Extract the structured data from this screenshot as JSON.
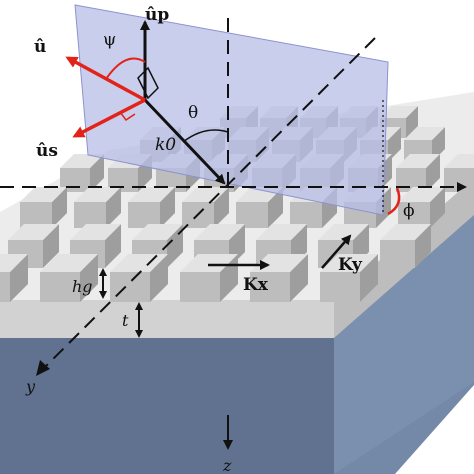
{
  "labels": {
    "u_hat": "û",
    "u_p": "ûp",
    "u_s": "ûs",
    "psi": "ψ",
    "theta": "θ",
    "k0": "k0",
    "phi": "ϕ",
    "hg": "hg",
    "t": "t",
    "Kx": "Kx",
    "Ky": "Ky",
    "y": "y",
    "z": "z"
  },
  "colors": {
    "plane": "#b7bde6",
    "plane_edge": "#8c93cf",
    "substrate_top": "#e9e9e9",
    "substrate_side": "#c9c9c9",
    "base_top": "#5d6f8a",
    "base_side": "#6f84a3",
    "red": "#e2231a"
  }
}
